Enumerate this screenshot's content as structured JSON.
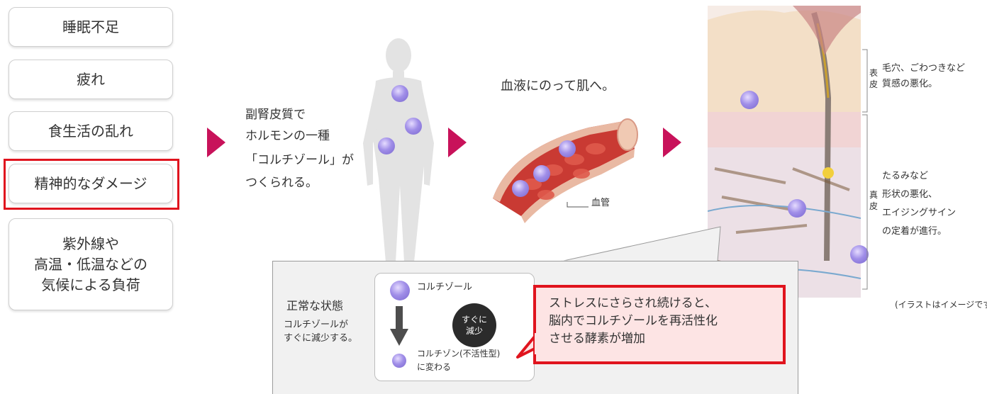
{
  "causes": [
    "睡眠不足",
    "疲れ",
    "食生活の乱れ",
    "精神的なダメージ",
    "紫外線や\n高温・低温などの\n気候による負荷"
  ],
  "adrenal_text": [
    "副腎皮質で",
    "ホルモンの一種",
    "「コルチゾール」が",
    "つくられる。"
  ],
  "blood_title": "血液にのって肌へ。",
  "blood_vessel_label": "血管",
  "skin": {
    "epidermis_label": "表\n皮",
    "epidermis_effect": [
      "毛穴、ごわつきなど",
      "質感の悪化。"
    ],
    "dermis_label": "真\n皮",
    "dermis_effect": [
      "たるみなど",
      "形状の悪化、",
      "エイジングサイン",
      "の定着が進行。"
    ],
    "note": "(イラストはイメージです)"
  },
  "normal_state": {
    "title": "正常な状態",
    "description": [
      "コルチゾールが",
      "すぐに減少する。"
    ],
    "cortisol_label": "コルチゾール",
    "quick_badge": [
      "すぐに",
      "減少"
    ],
    "cortisone_label": [
      "コルチゾン(不活性型)",
      "に変わる"
    ]
  },
  "stress_callout": [
    "ストレスにさらされ続けると、",
    "脳内でコルチゾールを再活性化",
    "させる酵素が増加"
  ],
  "colors": {
    "accent_magenta": "#c8125a",
    "highlight_red": "#e0141e",
    "callout_pink": "#fde4e4",
    "molecule_purple": "#8f7ae0"
  }
}
